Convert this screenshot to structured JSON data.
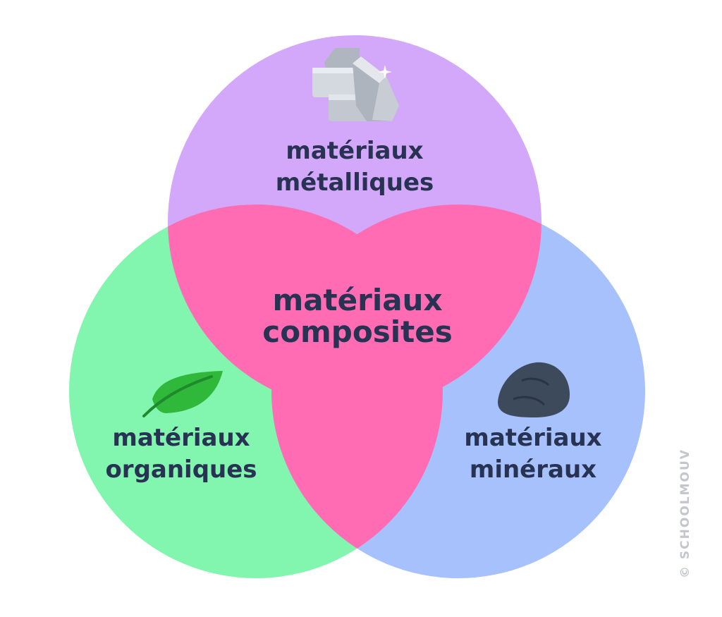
{
  "colors": {
    "metal": "#d3a7fa",
    "organic": "#82f5ae",
    "mineral": "#a6c1fc",
    "composite": "#ff6cb4",
    "text": "#283252",
    "leaf": "#2fb83a",
    "rock": "#3c4a5c",
    "ingot": "#c9ced6"
  },
  "sets": {
    "metal": {
      "line1": "matériaux",
      "line2": "métalliques",
      "icon": "metal-ingots-icon"
    },
    "organic": {
      "line1": "matériaux",
      "line2": "organiques",
      "icon": "leaf-icon"
    },
    "mineral": {
      "line1": "matériaux",
      "line2": "minéraux",
      "icon": "rock-icon"
    },
    "composite": {
      "line1": "matériaux",
      "line2": "composites"
    }
  },
  "watermark": {
    "symbol": "©",
    "text": "SCHOOLMOUV"
  }
}
